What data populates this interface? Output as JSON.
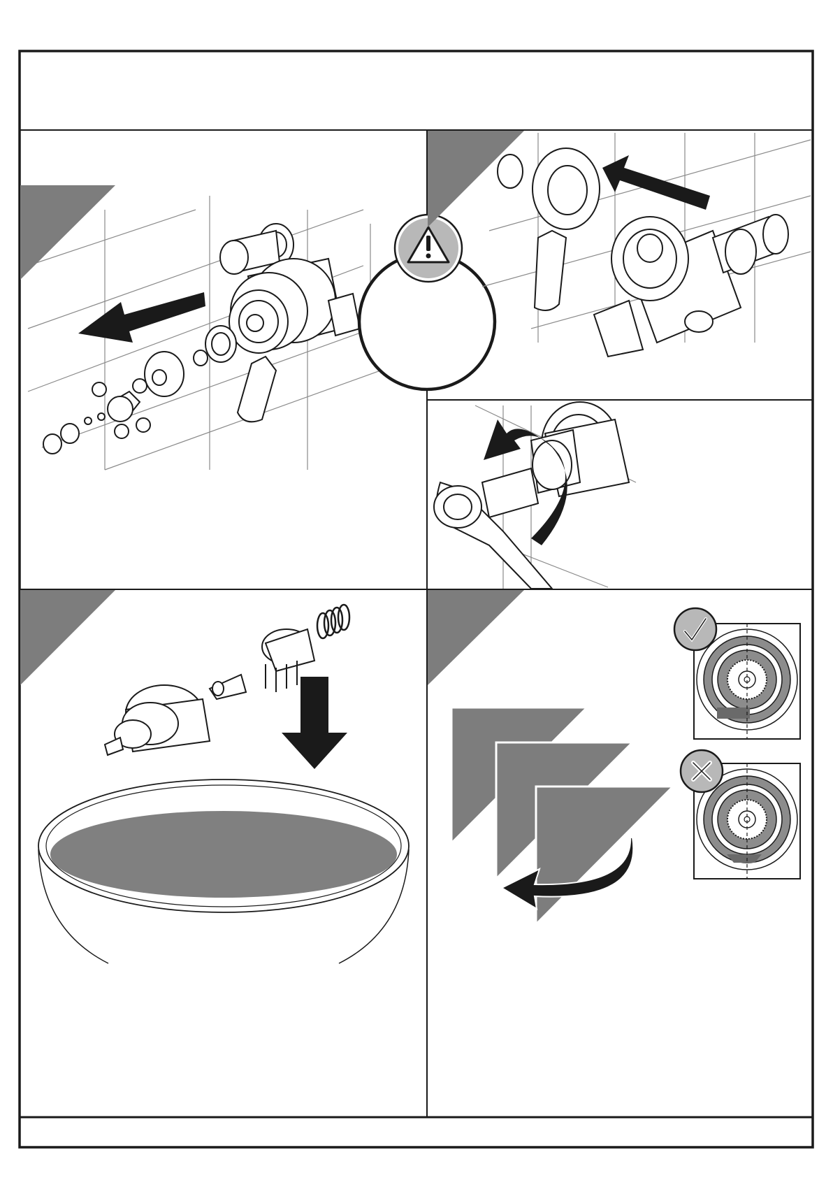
{
  "document": {
    "header_text": "",
    "footer_text": ""
  },
  "colors": {
    "frame": "#1a1a1a",
    "step_tab": "#7d7d7d",
    "water": "#808080",
    "badge_fill": "#b8b8b8",
    "tile_line": "#8a8a8a"
  },
  "icons": {
    "warning": "warning-triangle-icon",
    "correct": "checkmark-badge-icon",
    "incorrect": "cross-badge-icon",
    "remove_direction": "arrow-pull-out-icon",
    "fit_direction": "arrow-push-in-icon",
    "rotate_direction": "arrow-rotate-anticlockwise-icon",
    "immerse_direction": "arrow-down-icon",
    "repeat_steps": "arrow-return-icon"
  },
  "panels": [
    {
      "id": "remove-handle",
      "caption": ""
    },
    {
      "id": "refit-handle",
      "caption": ""
    },
    {
      "id": "unscrew-cartridge",
      "caption": ""
    },
    {
      "id": "soak-cartridge",
      "caption": ""
    },
    {
      "id": "check-alignment",
      "caption": ""
    }
  ]
}
